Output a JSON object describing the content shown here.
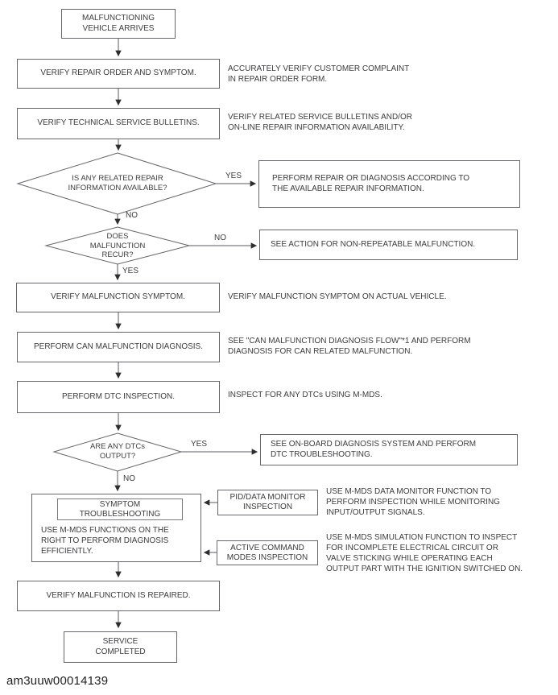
{
  "colors": {
    "line": "#58585c",
    "border": "#66666a",
    "text": "#3c3c3e",
    "background": "#ffffff"
  },
  "labels": {
    "yes": "YES",
    "no": "NO"
  },
  "boxes": {
    "start": "MALFUNCTIONING\nVEHICLE ARRIVES",
    "verify_repair_order": "VERIFY REPAIR ORDER AND SYMPTOM.",
    "verify_tsb": "VERIFY TECHNICAL SERVICE BULLETINS.",
    "perform_repair": "PERFORM REPAIR OR DIAGNOSIS ACCORDING TO\nTHE AVAILABLE REPAIR INFORMATION.",
    "non_repeatable": "SEE ACTION FOR NON-REPEATABLE MALFUNCTION.",
    "verify_symptom": "VERIFY MALFUNCTION SYMPTOM.",
    "can_diagnosis": "PERFORM CAN MALFUNCTION DIAGNOSIS.",
    "dtc_inspection": "PERFORM DTC INSPECTION.",
    "obd_troubleshooting": "SEE ON-BOARD DIAGNOSIS SYSTEM AND PERFORM\nDTC TROUBLESHOOTING.",
    "symptom_troubleshooting_title": "SYMPTOM\nTROUBLESHOOTING",
    "symptom_troubleshooting_body": "USE M-MDS FUNCTIONS ON THE\nRIGHT TO PERFORM DIAGNOSIS\nEFFICIENTLY.",
    "pid_monitor": "PID/DATA MONITOR\nINSPECTION",
    "active_command": "ACTIVE COMMAND\nMODES INSPECTION",
    "verify_repaired": "VERIFY MALFUNCTION IS REPAIRED.",
    "service_completed": "SERVICE\nCOMPLETED"
  },
  "decisions": {
    "repair_info_available": "IS ANY RELATED REPAIR\nINFORMATION AVAILABLE?",
    "malfunction_recur": "DOES\nMALFUNCTION\nRECUR?",
    "dtcs_output": "ARE ANY DTCs\nOUTPUT?"
  },
  "notes": {
    "repair_order": "ACCURATELY VERIFY CUSTOMER COMPLAINT\nIN REPAIR ORDER FORM.",
    "tsb": "VERIFY RELATED SERVICE BULLETINS AND/OR\nON-LINE REPAIR INFORMATION AVAILABILITY.",
    "symptom": "VERIFY MALFUNCTION SYMPTOM ON ACTUAL VEHICLE.",
    "can": "SEE \"CAN MALFUNCTION DIAGNOSIS FLOW\"*1 AND PERFORM\nDIAGNOSIS FOR CAN RELATED MALFUNCTION.",
    "dtc": "INSPECT FOR ANY DTCs USING M-MDS.",
    "pid": "USE M-MDS DATA MONITOR FUNCTION TO\nPERFORM INSPECTION WHILE MONITORING\nINPUT/OUTPUT SIGNALS.",
    "active": "USE M-MDS SIMULATION FUNCTION TO INSPECT\nFOR INCOMPLETE ELECTRICAL CIRCUIT OR\nVALVE STICKING WHILE OPERATING EACH\nOUTPUT PART WITH THE IGNITION SWITCHED ON."
  },
  "footer_code": "am3uuw00014139"
}
